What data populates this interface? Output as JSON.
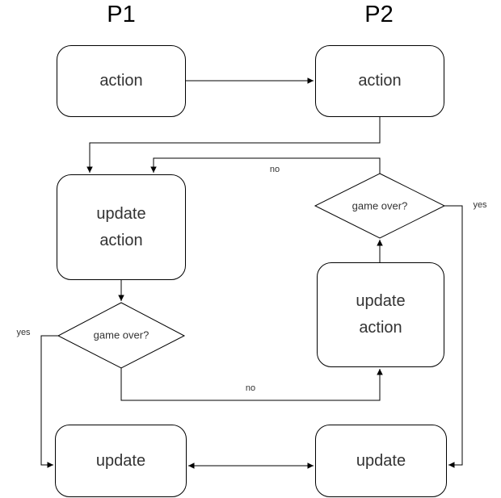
{
  "titles": {
    "p1": "P1",
    "p2": "P2"
  },
  "nodes": {
    "p1_action": {
      "label": "action"
    },
    "p2_action": {
      "label": "action"
    },
    "p1_update_action": {
      "lines": [
        "update",
        "action"
      ]
    },
    "p2_update_action": {
      "lines": [
        "update",
        "action"
      ]
    },
    "p1_game_over": {
      "label": "game over?"
    },
    "p2_game_over": {
      "label": "game over?"
    },
    "p1_update": {
      "label": "update"
    },
    "p2_update": {
      "label": "update"
    }
  },
  "edge_labels": {
    "no_top": "no",
    "yes_right": "yes",
    "yes_left": "yes",
    "no_bottom": "no"
  },
  "colors": {
    "stroke": "#000000",
    "text": "#333333",
    "background": "#ffffff"
  }
}
